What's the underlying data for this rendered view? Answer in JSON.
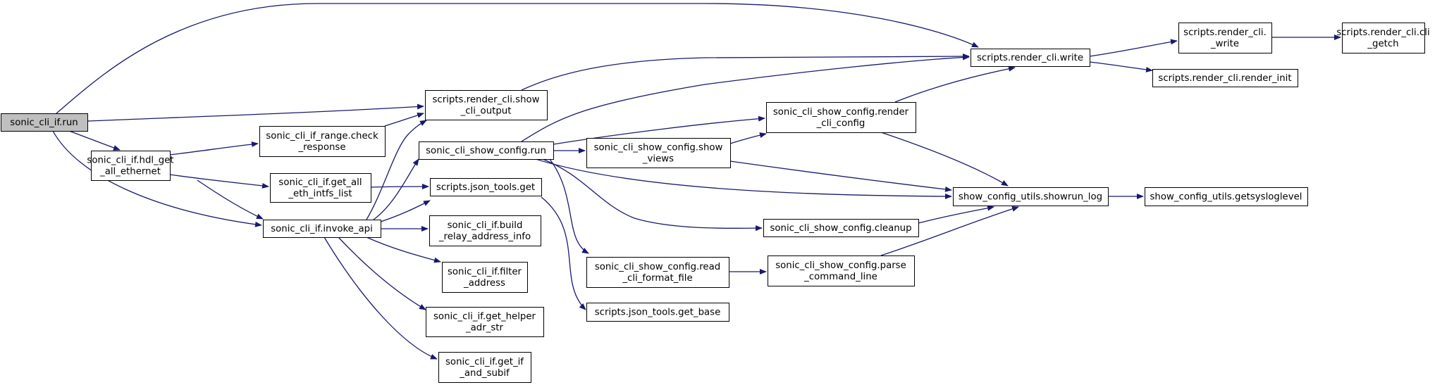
{
  "colors": {
    "edge": "#191970",
    "node_border": "#000000",
    "node_fill": "#ffffff",
    "root_fill": "#bfbfbf"
  },
  "nodes": {
    "run": [
      "sonic_cli_if.run"
    ],
    "hdl": [
      "sonic_cli_if.hdl_get",
      "_all_ethernet"
    ],
    "invoke": [
      "sonic_cli_if.invoke_api"
    ],
    "range_check": [
      "sonic_cli_if_range.check",
      "_response"
    ],
    "get_all_eth": [
      "sonic_cli_if.get_all",
      "_eth_intfs_list"
    ],
    "show_out": [
      "scripts.render_cli.show",
      "_cli_output"
    ],
    "scr_run": [
      "sonic_cli_show_config.run"
    ],
    "json_get": [
      "scripts.json_tools.get"
    ],
    "build_relay": [
      "sonic_cli_if.build",
      "_relay_address_info"
    ],
    "filter": [
      "sonic_cli_if.filter",
      "_address"
    ],
    "helper": [
      "sonic_cli_if.get_helper",
      "_adr_str"
    ],
    "if_subif": [
      "sonic_cli_if.get_if",
      "_and_subif"
    ],
    "show_views": [
      "sonic_cli_show_config.show",
      "_views"
    ],
    "read_fmt": [
      "sonic_cli_show_config.read",
      "_cli_format_file"
    ],
    "get_base": [
      "scripts.json_tools.get_base"
    ],
    "render_cfg": [
      "sonic_cli_show_config.render",
      "_cli_config"
    ],
    "cleanup": [
      "sonic_cli_show_config.cleanup"
    ],
    "parse_cmd": [
      "sonic_cli_show_config.parse",
      "_command_line"
    ],
    "rc_write": [
      "scripts.render_cli.write"
    ],
    "showrun_log": [
      "show_config_utils.showrun_log"
    ],
    "rc_uwrite": [
      "scripts.render_cli.",
      "_write"
    ],
    "render_init": [
      "scripts.render_cli.render_init"
    ],
    "getch": [
      "scripts.render_cli.cli",
      "_getch"
    ],
    "sysloglevel": [
      "show_config_utils.getsysloglevel"
    ]
  }
}
